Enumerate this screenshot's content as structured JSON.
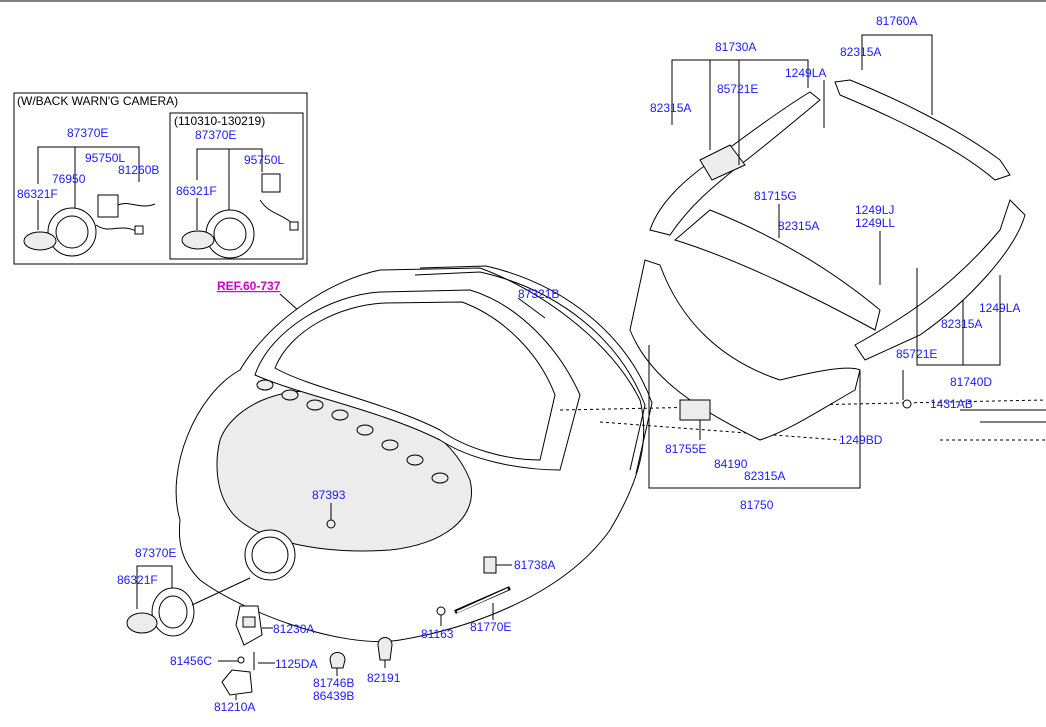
{
  "inset": {
    "title": "(W/BACK WARN'G CAMERA)",
    "left_labels": {
      "a": "87370E",
      "b": "95750L",
      "c": "76950",
      "d": "81260B",
      "e": "86321F"
    },
    "right_box": {
      "title": "(110310-130219)",
      "a": "87370E",
      "b": "95750L",
      "e": "86321F"
    }
  },
  "ref": "REF.60-737",
  "labels": {
    "p87321B": "87321B",
    "p81730A": "81730A",
    "p82315A_a": "82315A",
    "p85721E_a": "85721E",
    "p1249LA_a": "1249LA",
    "p81760A": "81760A",
    "p82315A_b": "82315A",
    "p81715G": "81715G",
    "p82315A_c": "82315A",
    "p1249LJ": "1249LJ",
    "p1249LL": "1249LL",
    "p1249LA_b": "1249LA",
    "p82315A_d": "82315A",
    "p85721E_b": "85721E",
    "p81740D": "81740D",
    "p1431AB": "1431AB",
    "p1249BD": "1249BD",
    "p81755E": "81755E",
    "p84190": "84190",
    "p82315A_e": "82315A",
    "p81750": "81750",
    "p87393": "87393",
    "p87370E": "87370E",
    "p86321F": "86321F",
    "p81738A": "81738A",
    "p81230A": "81230A",
    "p81163": "81163",
    "p81770E": "81770E",
    "p81456C": "81456C",
    "p1125DA": "1125DA",
    "p81746B": "81746B",
    "p86439B": "86439B",
    "p82191": "82191",
    "p81210A": "81210A"
  }
}
